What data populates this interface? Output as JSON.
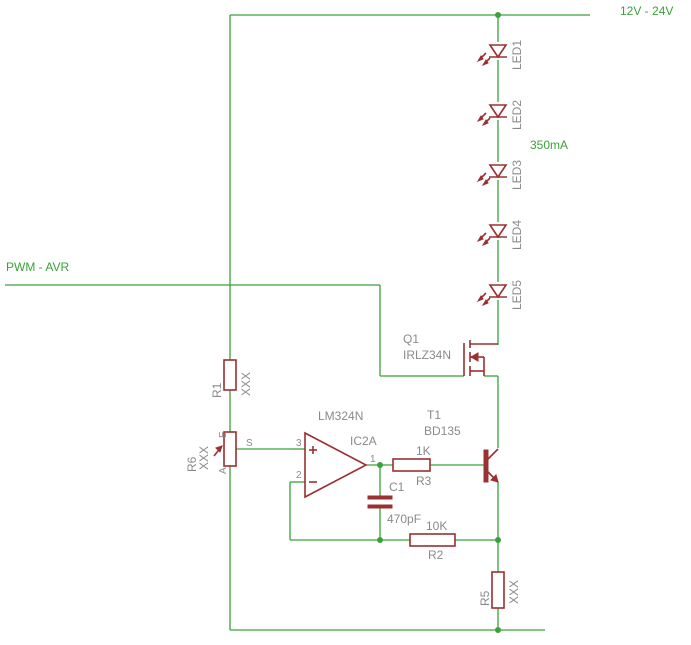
{
  "nets": {
    "supply": "12V - 24V",
    "pwm": "PWM - AVR",
    "current": "350mA"
  },
  "leds": [
    "LED1",
    "LED2",
    "LED3",
    "LED4",
    "LED5"
  ],
  "q1": {
    "name": "Q1",
    "value": "IRLZ34N"
  },
  "t1": {
    "name": "T1",
    "value": "BD135"
  },
  "ic": {
    "name": "IC2A",
    "value": "LM324N",
    "pin_plus": "3",
    "pin_minus": "2",
    "pin_out": "1"
  },
  "c1": {
    "name": "C1",
    "value": "470pF"
  },
  "r1": {
    "name": "R1",
    "value": "XXX"
  },
  "r2": {
    "name": "R2",
    "value": "10K"
  },
  "r3": {
    "name": "R3",
    "value": "1K"
  },
  "r5": {
    "name": "R5",
    "value": "XXX"
  },
  "r6": {
    "name": "R6",
    "value": "XXX",
    "pin_e": "E",
    "pin_a": "A",
    "pin_s": "S"
  },
  "colors": {
    "wire": "#3aa23a",
    "symbol": "#9a3030",
    "label": "#8a8a8a"
  }
}
